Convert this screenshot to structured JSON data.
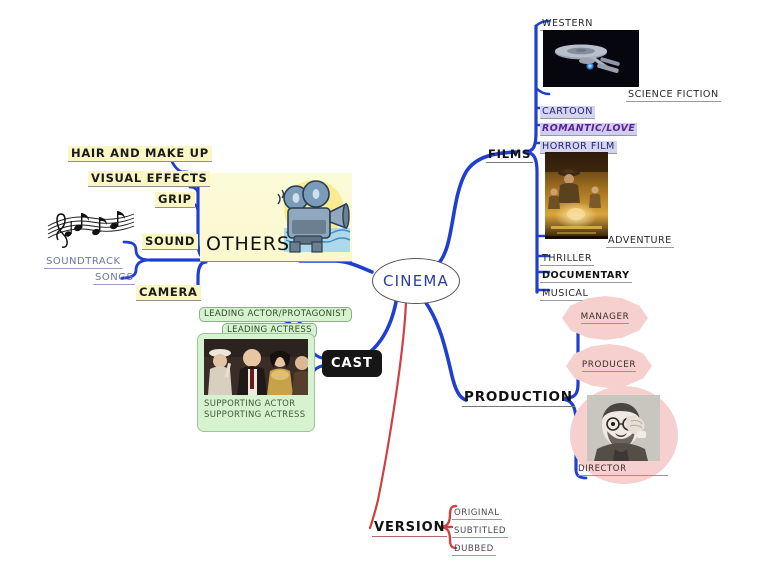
{
  "diagram": {
    "title": "CINEMA",
    "type": "mind-map",
    "colors": {
      "branch_blue": "#1f3fd0",
      "branch_red": "#cf4040",
      "central_text": "#2b3da0",
      "highlight_yellow": "#fbf7c4",
      "highlight_lavender": "#d6d5f0",
      "cast_green": "#d6f2cf",
      "production_pink": "#f6cfcf",
      "cast_badge": "#161616"
    }
  },
  "central": {
    "label": "CINEMA"
  },
  "branches": {
    "films": {
      "label": "FILMS",
      "items": [
        {
          "label": "WESTERN",
          "style": "plain"
        },
        {
          "label": "SCIENCE FICTION",
          "style": "plain",
          "has_image": "star-trek-enterprise"
        },
        {
          "label": "CARTOON",
          "style": "lavender"
        },
        {
          "label": "ROMANTIC/LOVE",
          "style": "lavender-bold-italic"
        },
        {
          "label": "HORROR FILM",
          "style": "lavender"
        },
        {
          "label": "ADVENTURE",
          "style": "plain",
          "has_image": "adventure-movie-poster"
        },
        {
          "label": "THRILLER",
          "style": "plain"
        },
        {
          "label": "DOCUMENTARY",
          "style": "bold"
        },
        {
          "label": "MUSICAL",
          "style": "plain"
        }
      ]
    },
    "others": {
      "label": "OTHERS",
      "items": [
        {
          "label": "HAIR AND MAKE UP",
          "style": "highlight"
        },
        {
          "label": "VISUAL EFFECTS",
          "style": "highlight"
        },
        {
          "label": "GRIP",
          "style": "highlight"
        },
        {
          "label": "SOUND",
          "style": "highlight"
        },
        {
          "label": "CAMERA",
          "style": "highlight"
        }
      ],
      "sound_children": [
        {
          "label": "SOUNDTRACK",
          "style": "blue-plain"
        },
        {
          "label": "SONGS",
          "style": "blue-plain"
        }
      ]
    },
    "cast": {
      "label": "CAST",
      "items": [
        {
          "label": "LEADING ACTOR/PROTAGONIST",
          "style": "green-box"
        },
        {
          "label": "LEADING ACTRESS",
          "style": "green-box"
        },
        {
          "label": "SUPPORTING ACTOR",
          "style": "green-caption"
        },
        {
          "label": "SUPPORTING ACTRESS",
          "style": "green-caption"
        }
      ]
    },
    "production": {
      "label": "PRODUCTION",
      "items": [
        {
          "label": "MANAGER",
          "style": "pink-lens"
        },
        {
          "label": "PRODUCER",
          "style": "pink-lens"
        },
        {
          "label": "DIRECTOR",
          "style": "pink-circle",
          "has_image": "director-portrait"
        }
      ]
    },
    "version": {
      "label": "VERSION",
      "items": [
        {
          "label": "ORIGINAL"
        },
        {
          "label": "SUBTITLED"
        },
        {
          "label": "DUBBED"
        }
      ]
    }
  },
  "images": {
    "star_trek": "starship-enterprise-photo",
    "adventure_poster": "adventure-film-poster",
    "cast_photo": "period-costume-cast-photo",
    "director_photo": "director-portrait-photo",
    "camera_icon": "movie-camera-icon",
    "music_icon": "musical-notes-icon"
  }
}
